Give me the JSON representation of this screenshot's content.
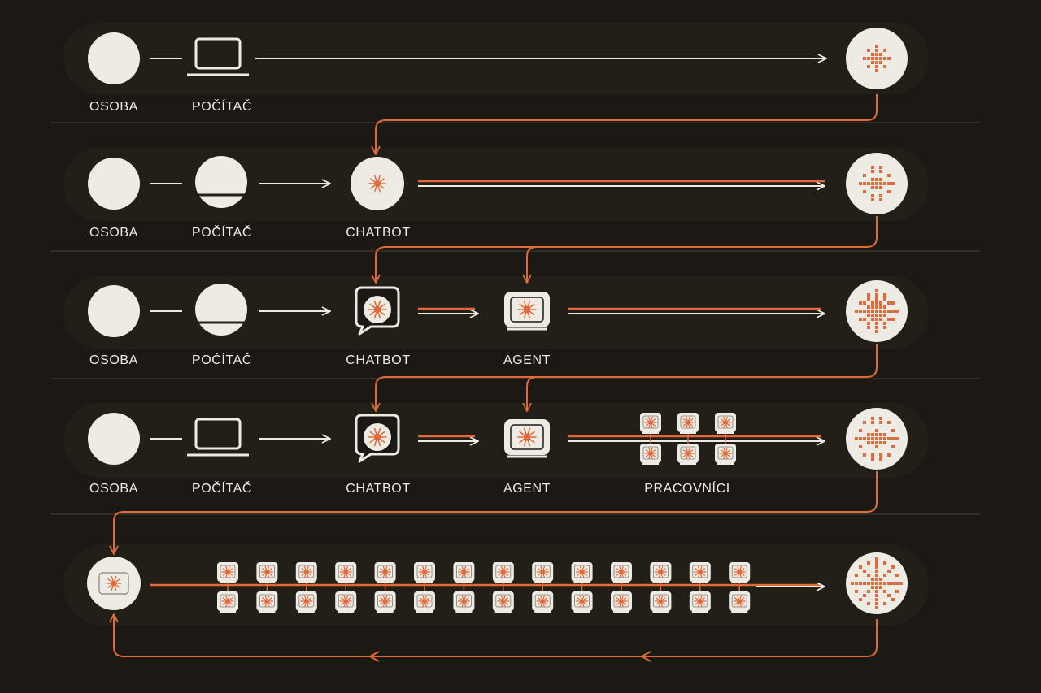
{
  "colors": {
    "background": "#1c1914",
    "row_band": "#221f19",
    "divider": "#47433a",
    "node_fill": "#eeebe4",
    "accent": "#e06a3b",
    "line_light": "#eeebe4"
  },
  "labels": {
    "person": "OSOBA",
    "computer": "POČÍTAČ",
    "chatbot": "CHATBOT",
    "agent": "AGENT",
    "workers": "PRACOVNÍCI"
  },
  "icons": {
    "person": "circle-node",
    "computer_laptop": "laptop-icon",
    "computer_blob": "computer-blob-icon",
    "chatbot_plain": "chatbot-circle-icon",
    "chatbot_bubble": "chat-bubble-icon",
    "agent": "agent-monitor-icon",
    "worker": "worker-tile-icon",
    "target": "burst-icon"
  },
  "rows": [
    {
      "stages": [
        "person",
        "computer"
      ],
      "computer_icon": "laptop",
      "workers": 0
    },
    {
      "stages": [
        "person",
        "computer",
        "chatbot"
      ],
      "computer_icon": "blob",
      "workers": 0
    },
    {
      "stages": [
        "person",
        "computer",
        "chatbot",
        "agent"
      ],
      "computer_icon": "blob",
      "workers": 0
    },
    {
      "stages": [
        "person",
        "computer",
        "chatbot",
        "agent",
        "workers"
      ],
      "computer_icon": "laptop",
      "workers": 6
    },
    {
      "stages": [
        "agent",
        "workers"
      ],
      "computer_icon": "none",
      "workers": 28
    }
  ]
}
